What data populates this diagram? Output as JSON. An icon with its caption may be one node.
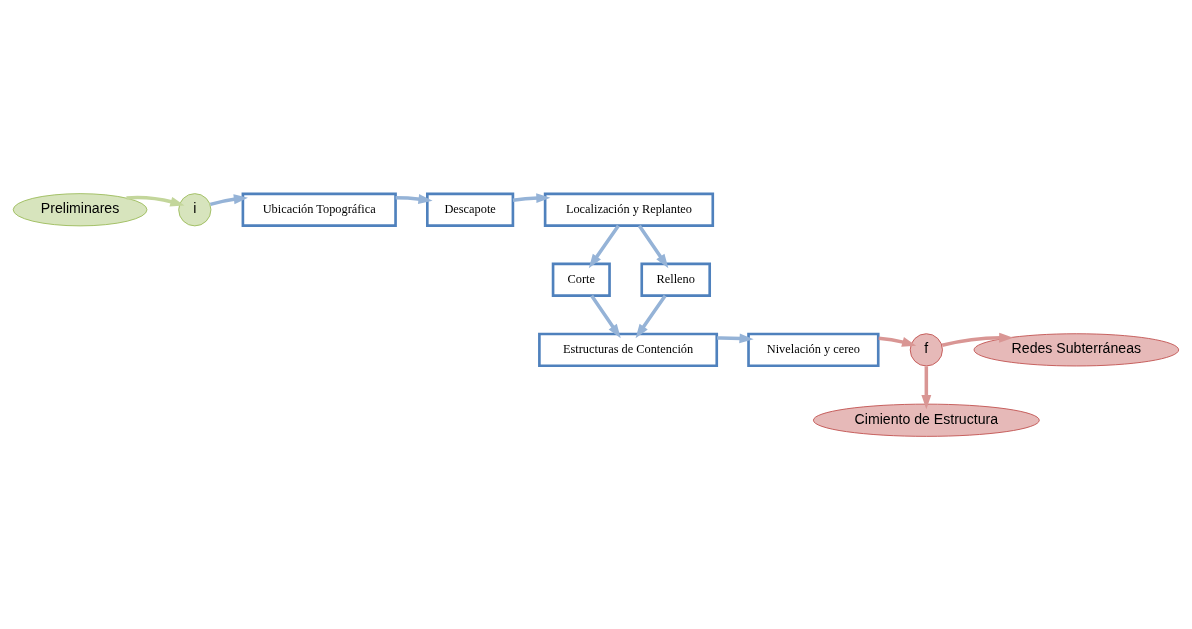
{
  "diagram": {
    "nodes": [
      {
        "text": [
          "Preliminares"
        ]
      },
      {
        "text": [
          "i"
        ]
      },
      {
        "text": [
          "Ubicación Topográfica"
        ]
      },
      {
        "text": [
          "Descapote"
        ]
      },
      {
        "text": [
          "Localización y Replanteo"
        ]
      },
      {
        "text": [
          "Corte"
        ]
      },
      {
        "text": [
          "Relleno"
        ]
      },
      {
        "text": [
          "Estructuras de Contención"
        ]
      },
      {
        "text": [
          "Nivelación y cereo"
        ]
      },
      {
        "text": [
          "f"
        ]
      },
      {
        "text": [
          "Redes Subterráneas"
        ]
      },
      {
        "text": [
          "Cimiento de Estructura"
        ]
      }
    ],
    "edges": [
      {
        "from": 0,
        "to": 1,
        "arrow": "to",
        "color": "#c3d69b"
      },
      {
        "from": 1,
        "to": 2,
        "arrow": "to"
      },
      {
        "from": 2,
        "to": 3,
        "arrow": "to"
      },
      {
        "from": 3,
        "to": 4,
        "arrow": "to"
      },
      {
        "from": 4,
        "to": 5,
        "arrow": "to"
      },
      {
        "from": 4,
        "to": 6,
        "arrow": "to"
      },
      {
        "from": 5,
        "to": 7,
        "arrow": "to"
      },
      {
        "from": 6,
        "to": 7,
        "arrow": "to"
      },
      {
        "from": 7,
        "to": 8,
        "arrow": "to"
      },
      {
        "from": 8,
        "to": 9,
        "arrow": "to",
        "color": "#d99694"
      },
      {
        "from": 9,
        "to": 10,
        "arrow": "to",
        "color": "#d99694"
      },
      {
        "from": 9,
        "to": 11,
        "arrow": "to",
        "color": "#d99694"
      }
    ]
  }
}
